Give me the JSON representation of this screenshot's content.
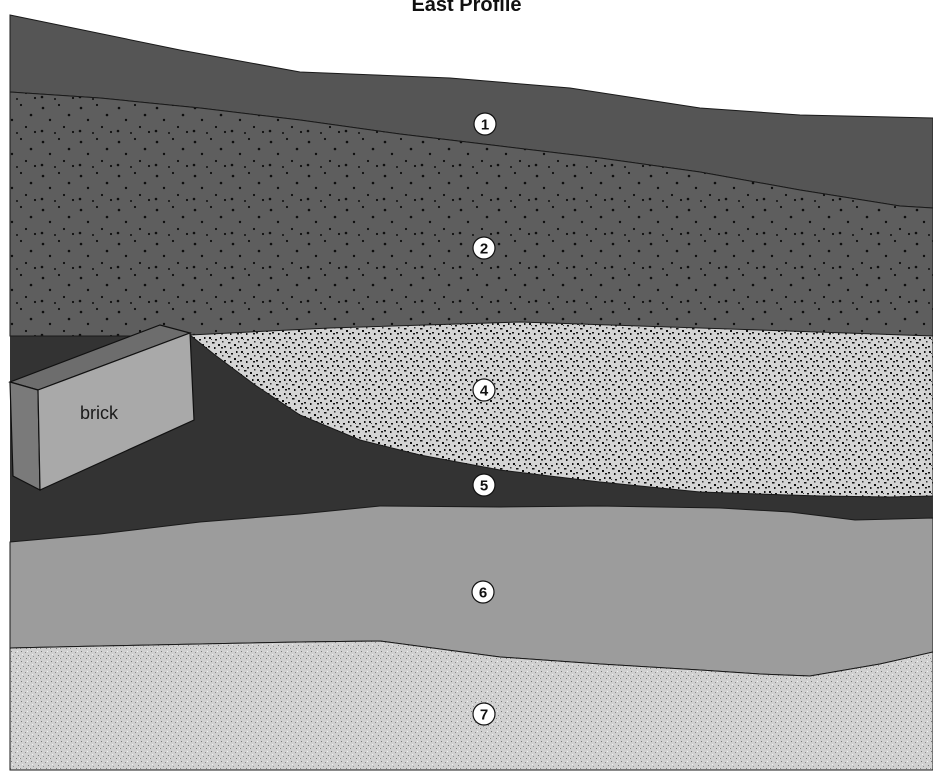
{
  "title": "East Profile",
  "layers": [
    {
      "id": "1",
      "label": "1",
      "color": "#555555"
    },
    {
      "id": "2",
      "label": "2",
      "color": "#5e5e5e"
    },
    {
      "id": "4",
      "label": "4",
      "color": "#d2d2d2"
    },
    {
      "id": "5",
      "label": "5",
      "color": "#333333"
    },
    {
      "id": "6",
      "label": "6",
      "color": "#9c9c9c"
    },
    {
      "id": "7",
      "label": "7",
      "color": "#cfcfcf"
    }
  ],
  "brick": {
    "label": "brick",
    "color": "#a9a9a9"
  }
}
